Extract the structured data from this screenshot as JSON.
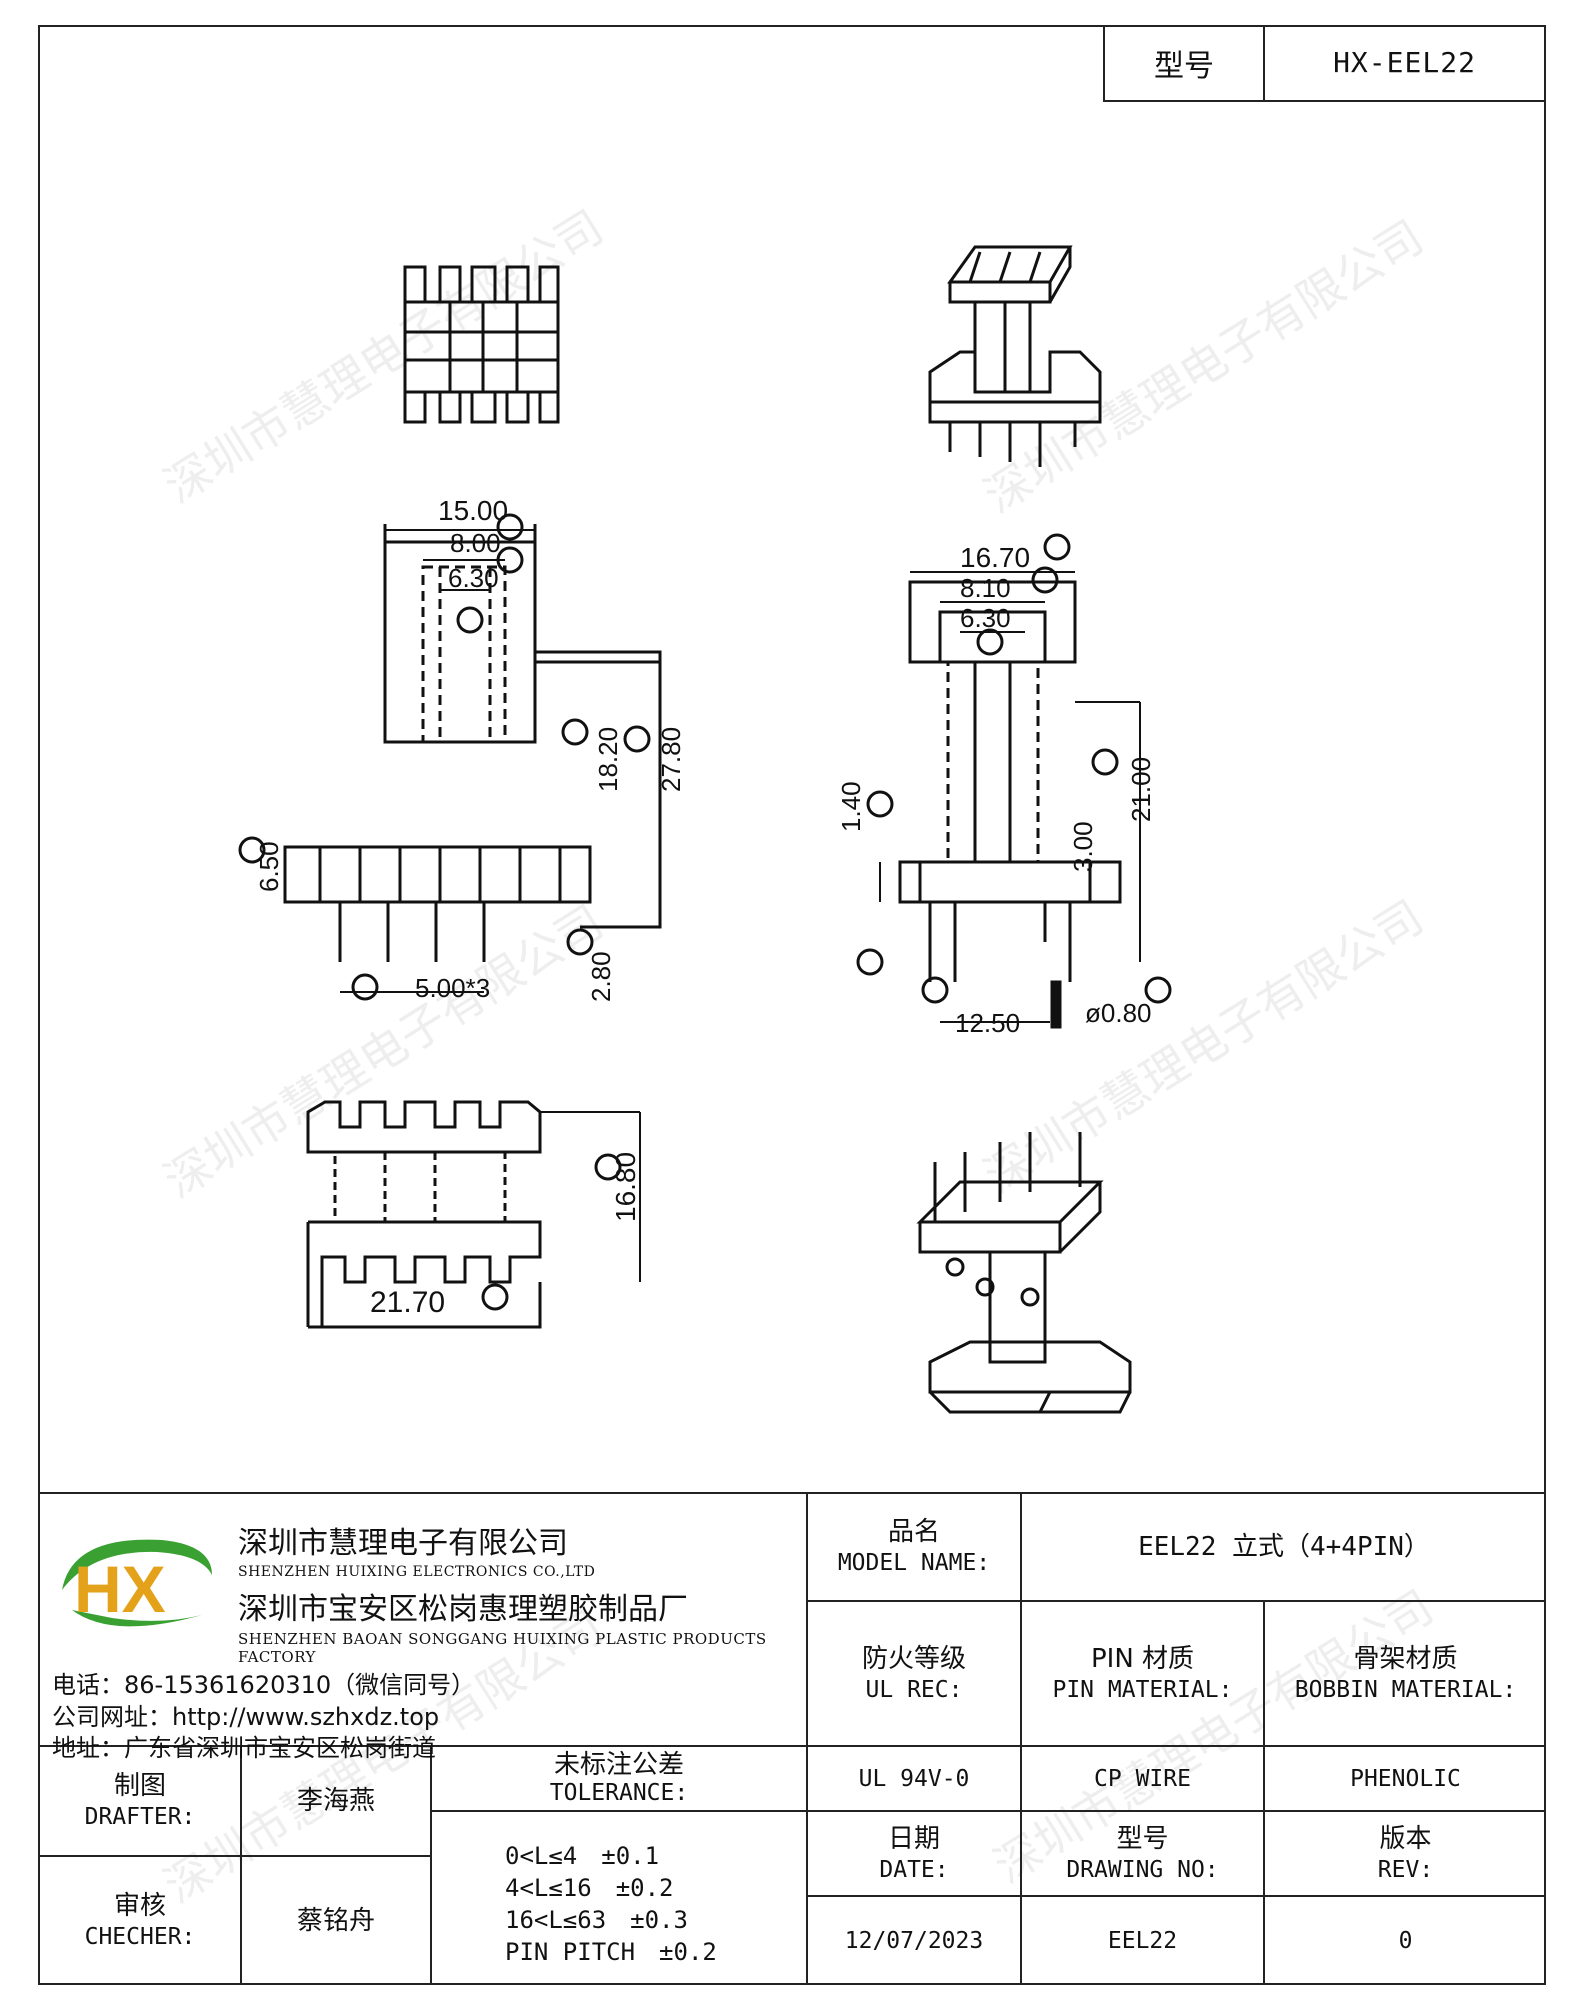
{
  "header": {
    "model_label": "型号",
    "model_value": "HX-EEL22"
  },
  "watermark_text": "深圳市慧理电子有限公司",
  "dimensions": {
    "front": {
      "d1": "15.00",
      "d2": "8.00",
      "d3": "6.30",
      "d4": "18.20",
      "d5": "27.80",
      "d6": "6.50",
      "d7": "5.00*3",
      "d8": "2.80"
    },
    "side": {
      "d1": "16.70",
      "d2": "8.10",
      "d3": "6.30",
      "d4": "1.40",
      "d5": "3.00",
      "d6": "21.00",
      "d7": "12.50",
      "d8": "ø0.80"
    },
    "bottom": {
      "d1": "16.80",
      "d2": "21.70"
    }
  },
  "company": {
    "logo_letters": "HX",
    "name_cn": "深圳市慧理电子有限公司",
    "name_en": "SHENZHEN HUIXING ELECTRONICS CO.,LTD",
    "factory_cn": "深圳市宝安区松岗惠理塑胶制品厂",
    "factory_en": "SHENZHEN BAOAN SONGGANG HUIXING PLASTIC PRODUCTS FACTORY",
    "phone": "电话：86-15361620310（微信同号）",
    "website": "公司网址：http://www.szhxdz.top",
    "address": "地址：广东省深圳市宝安区松岗街道"
  },
  "title_block": {
    "model_name_cn": "品名",
    "model_name_en": "MODEL NAME:",
    "model_name_value": "EEL22 立式（4+4PIN）",
    "ul_cn": "防火等级",
    "ul_en": "UL REC:",
    "pin_cn": "PIN 材质",
    "pin_en": "PIN MATERIAL:",
    "bobbin_cn": "骨架材质",
    "bobbin_en": "BOBBIN MATERIAL:",
    "ul_value": "UL 94V-0",
    "pin_value": "CP WIRE",
    "bobbin_value": "PHENOLIC",
    "drafter_cn": "制图",
    "drafter_en": "DRAFTER:",
    "drafter_name": "李海燕",
    "checker_cn": "审核",
    "checker_en": "CHECHER:",
    "checker_name": "蔡铭舟",
    "tolerance_cn": "未标注公差",
    "tolerance_en": "TOLERANCE:",
    "tolerances": [
      "0<L≤4　±0.1",
      "4<L≤16　±0.2",
      "16<L≤63　±0.3",
      "PIN PITCH　±0.2"
    ],
    "date_cn": "日期",
    "date_en": "DATE:",
    "drawing_no_cn": "型号",
    "drawing_no_en": "DRAWING NO:",
    "rev_cn": "版本",
    "rev_en": "REV:",
    "date_value": "12/07/2023",
    "drawing_no_value": "EEL22",
    "rev_value": "0"
  }
}
